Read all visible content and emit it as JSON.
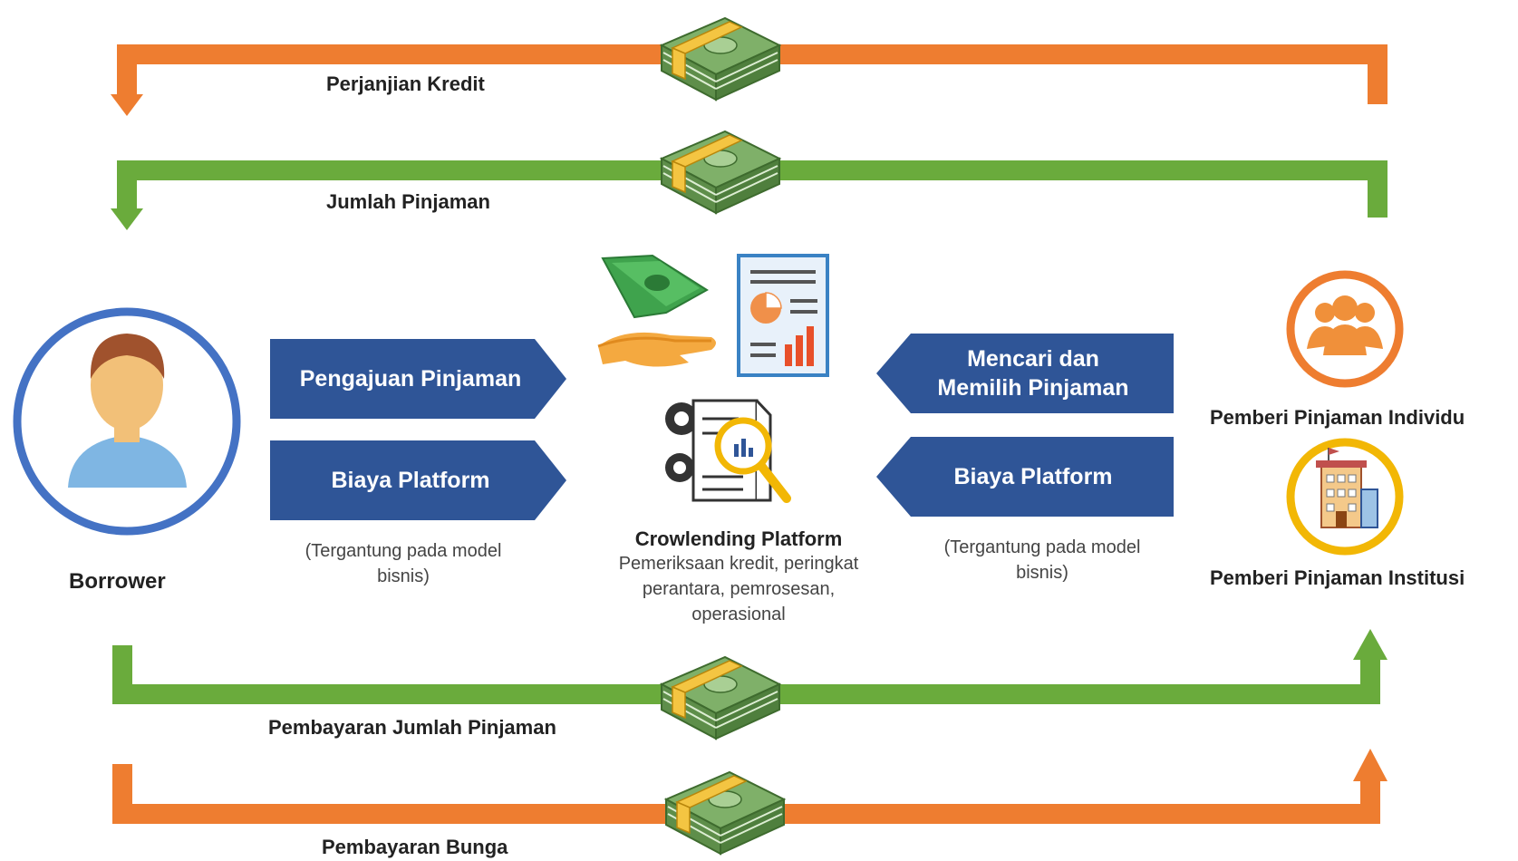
{
  "flows": {
    "top1_label": "Perjanjian Kredit",
    "top2_label": "Jumlah Pinjaman",
    "bottom1_label": "Pembayaran Jumlah Pinjaman",
    "bottom2_label": "Pembayaran Bunga"
  },
  "borrower": {
    "label": "Borrower"
  },
  "left_banners": {
    "b1": "Pengajuan Pinjaman",
    "b2": "Biaya Platform",
    "note": "(Tergantung pada model bisnis)"
  },
  "platform": {
    "title": "Crowlending Platform",
    "description": "Pemeriksaan kredit, peringkat perantara, pemrosesan, operasional"
  },
  "right_banners": {
    "b1_line1": "Mencari dan",
    "b1_line2": "Memilih Pinjaman",
    "b2": "Biaya Platform",
    "note": "(Tergantung pada model bisnis)"
  },
  "lenders": {
    "individual": "Pemberi Pinjaman Individu",
    "institution": "Pemberi Pinjaman Institusi"
  },
  "colors": {
    "orange": "#EE7D30",
    "green": "#6AAB3C",
    "navy": "#2F5597",
    "blue_circle": "#4472C4",
    "yellow": "#F2B705"
  },
  "icons": {
    "money_stack": "money-stack-icon",
    "person": "person-icon",
    "money_hand": "money-hand-icon",
    "report": "report-icon",
    "analysis": "document-analysis-icon",
    "group": "group-icon",
    "building": "building-icon"
  }
}
